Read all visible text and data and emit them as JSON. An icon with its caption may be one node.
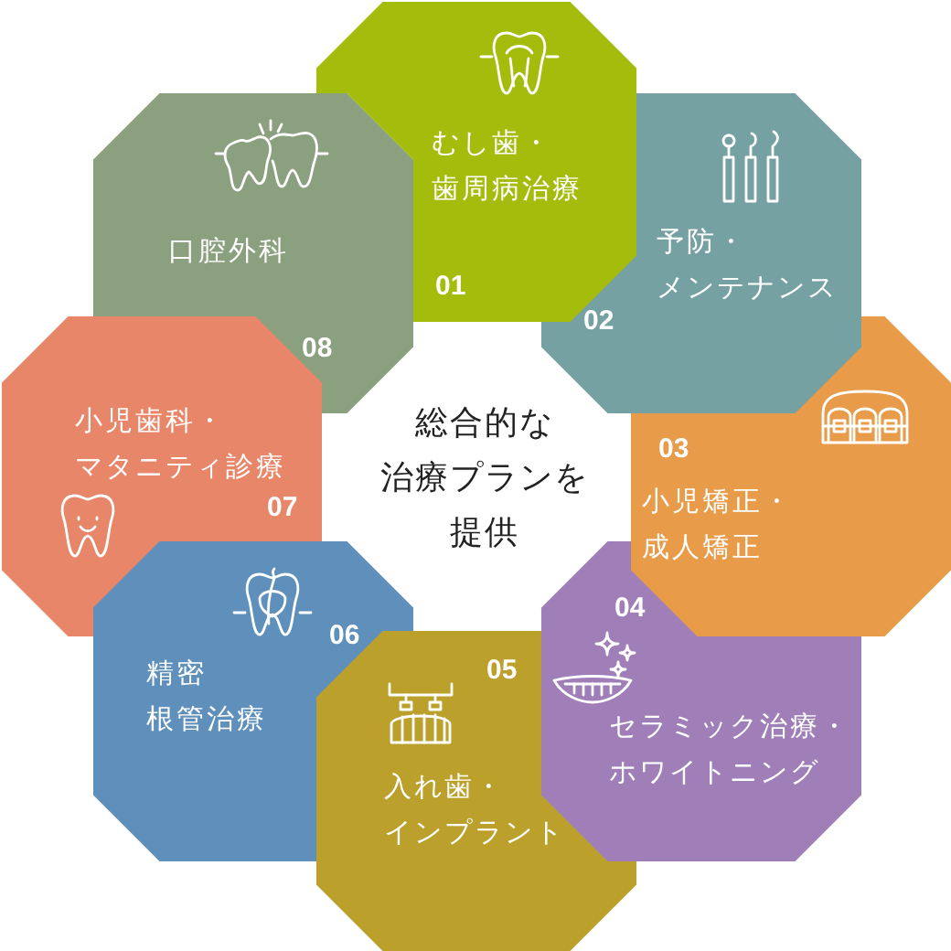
{
  "diagram": {
    "nodes": [
      {
        "text": [
          "総合的な治療プランを提供"
        ]
      },
      {
        "text": [
          "むし歯・歯周病治療",
          "01"
        ]
      },
      {
        "text": [
          "予防・メンテナンス",
          "02"
        ]
      },
      {
        "text": [
          "03",
          "小児矯正・成人矯正"
        ]
      },
      {
        "text": [
          "04",
          "セラミック治療・ホワイトニング"
        ]
      },
      {
        "text": [
          "05",
          "入れ歯・インプラント"
        ]
      },
      {
        "text": [
          "06",
          "精密根管治療"
        ]
      },
      {
        "text": [
          "小児歯科・マタニティ診療",
          "07"
        ]
      },
      {
        "text": [
          "口腔外科",
          "08"
        ]
      }
    ]
  }
}
